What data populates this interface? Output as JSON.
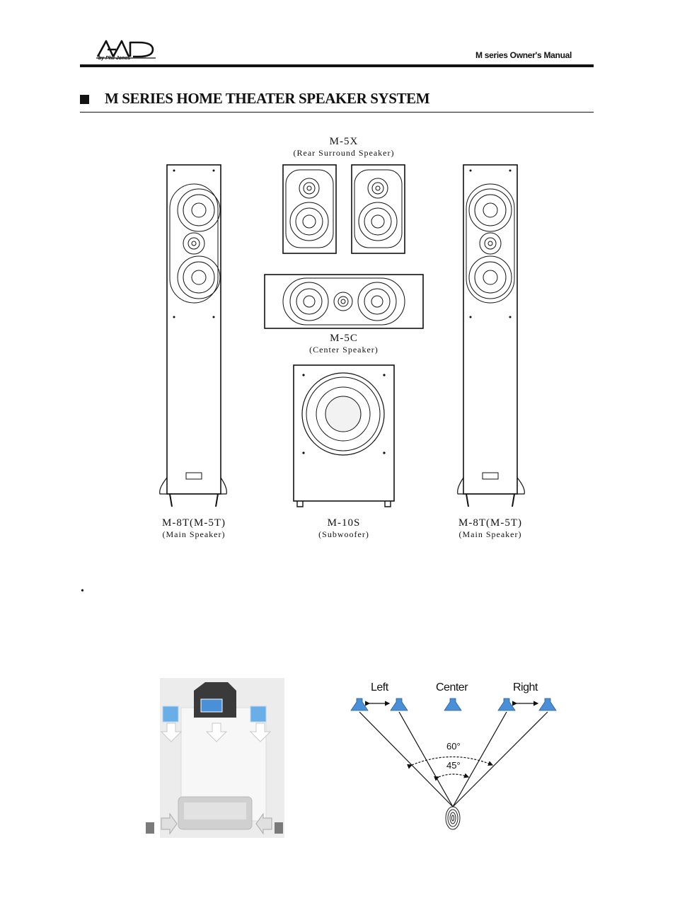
{
  "header": {
    "logo_text": "AAD",
    "logo_subtext": "by Phil Jones",
    "manual_title": "M series Owner's  Manual"
  },
  "section": {
    "title": "M SERIES HOME THEATER SPEAKER SYSTEM"
  },
  "speakers": {
    "rear": {
      "name": "M-5X",
      "role": "(Rear Surround Speaker)"
    },
    "center": {
      "name": "M-5C",
      "role": "(Center Speaker)"
    },
    "main_left": {
      "name": "M-8T(M-5T)",
      "role": "(Main Speaker)"
    },
    "sub": {
      "name": "M-10S",
      "role": "(Subwoofer)"
    },
    "main_right": {
      "name": "M-8T(M-5T)",
      "role": "(Main Speaker)"
    }
  },
  "body": {
    "bullet": "•"
  },
  "placement_diagram": {
    "labels": {
      "left": "Left",
      "center": "Center",
      "right": "Right"
    },
    "angles": {
      "outer": "60°",
      "inner": "45°"
    },
    "colors": {
      "speaker_blue": "#4a90d9",
      "room_gray": "#e6e6e6"
    }
  }
}
